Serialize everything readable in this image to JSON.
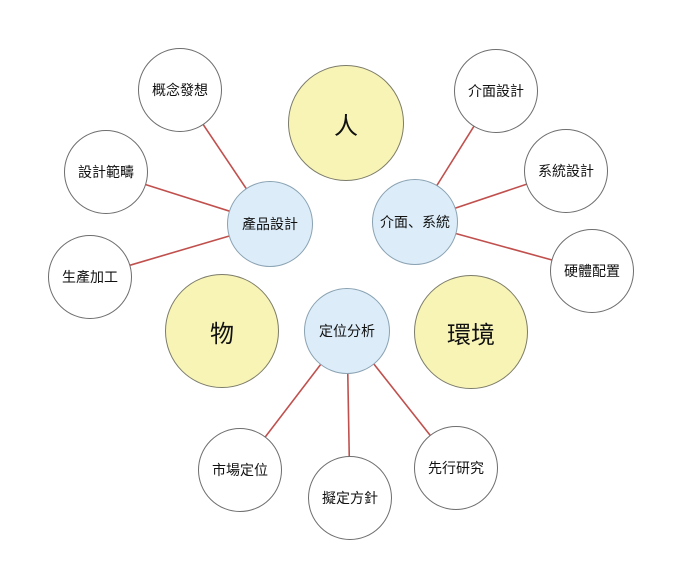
{
  "colors": {
    "link": "#c0504d",
    "hub_fill": "#dcedf9",
    "big_fill": "#f8f4b6",
    "leaf_fill": "#ffffff"
  },
  "big": {
    "person": "人",
    "object": "物",
    "environment": "環境"
  },
  "hubs": {
    "product_design": "產品設計",
    "interface_system": "介面、系統",
    "positioning": "定位分析"
  },
  "leaves": {
    "concept": "概念發想",
    "scope": "設計範疇",
    "production": "生產加工",
    "interface_design": "介面設計",
    "system_design": "系統設計",
    "hardware": "硬體配置",
    "market": "市場定位",
    "policy": "擬定方針",
    "research": "先行研究"
  }
}
